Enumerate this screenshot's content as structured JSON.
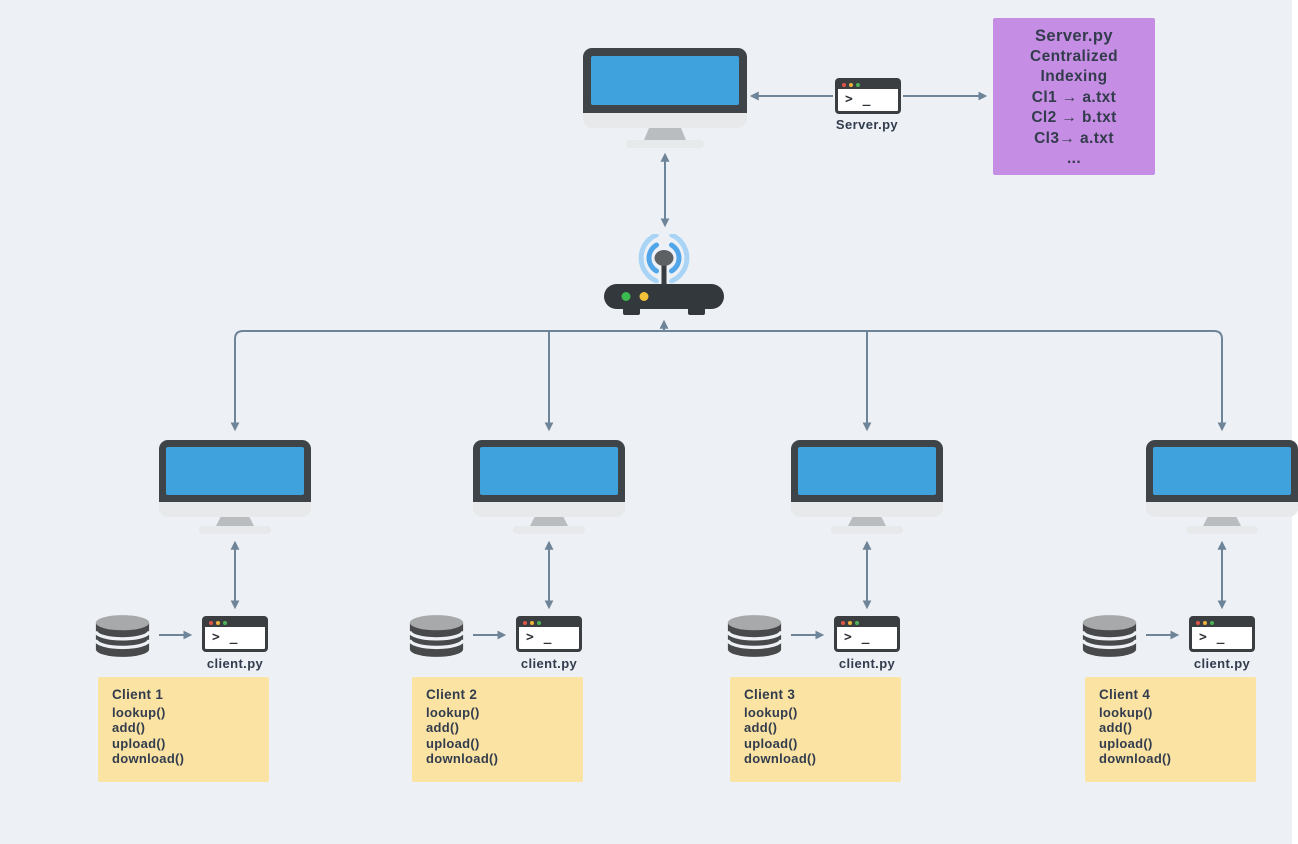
{
  "colors": {
    "background": "#edf1f6",
    "index_box_fill": "#c58de3",
    "client_box_fill": "#fbe3a3",
    "screen_blue": "#3fa2dd",
    "bezel_dark": "#3f4449",
    "arrow_slate": "#6e8499",
    "text_navy": "#323c4d",
    "router_body": "#33383c",
    "led_green": "#3cb94f",
    "led_yellow": "#f2c238",
    "wifi_arc_light": "#a9d4f5",
    "wifi_arc_dark": "#51a5e9",
    "terminal_dot_red": "#e0554a",
    "terminal_dot_yellow": "#f0b03c",
    "terminal_dot_green": "#4db157"
  },
  "server": {
    "terminal_label": "Server.py",
    "terminal_prompt": "> _",
    "index_box": {
      "title": "Server.py",
      "lines": [
        "Centralized",
        "Indexing",
        "Cl1 → a.txt",
        "Cl2 → b.txt",
        "Cl3→ a.txt",
        "..."
      ]
    }
  },
  "clients": [
    {
      "terminal_label": "client.py",
      "terminal_prompt": "> _",
      "box_title": "Client 1",
      "methods": [
        "lookup()",
        "add()",
        "upload()",
        "download()"
      ]
    },
    {
      "terminal_label": "client.py",
      "terminal_prompt": "> _",
      "box_title": "Client 2",
      "methods": [
        "lookup()",
        "add()",
        "upload()",
        "download()"
      ]
    },
    {
      "terminal_label": "client.py",
      "terminal_prompt": "> _",
      "box_title": "Client 3",
      "methods": [
        "lookup()",
        "add()",
        "upload()",
        "download()"
      ]
    },
    {
      "terminal_label": "client.py",
      "terminal_prompt": "> _",
      "box_title": "Client 4",
      "methods": [
        "lookup()",
        "add()",
        "upload()",
        "download()"
      ]
    }
  ]
}
